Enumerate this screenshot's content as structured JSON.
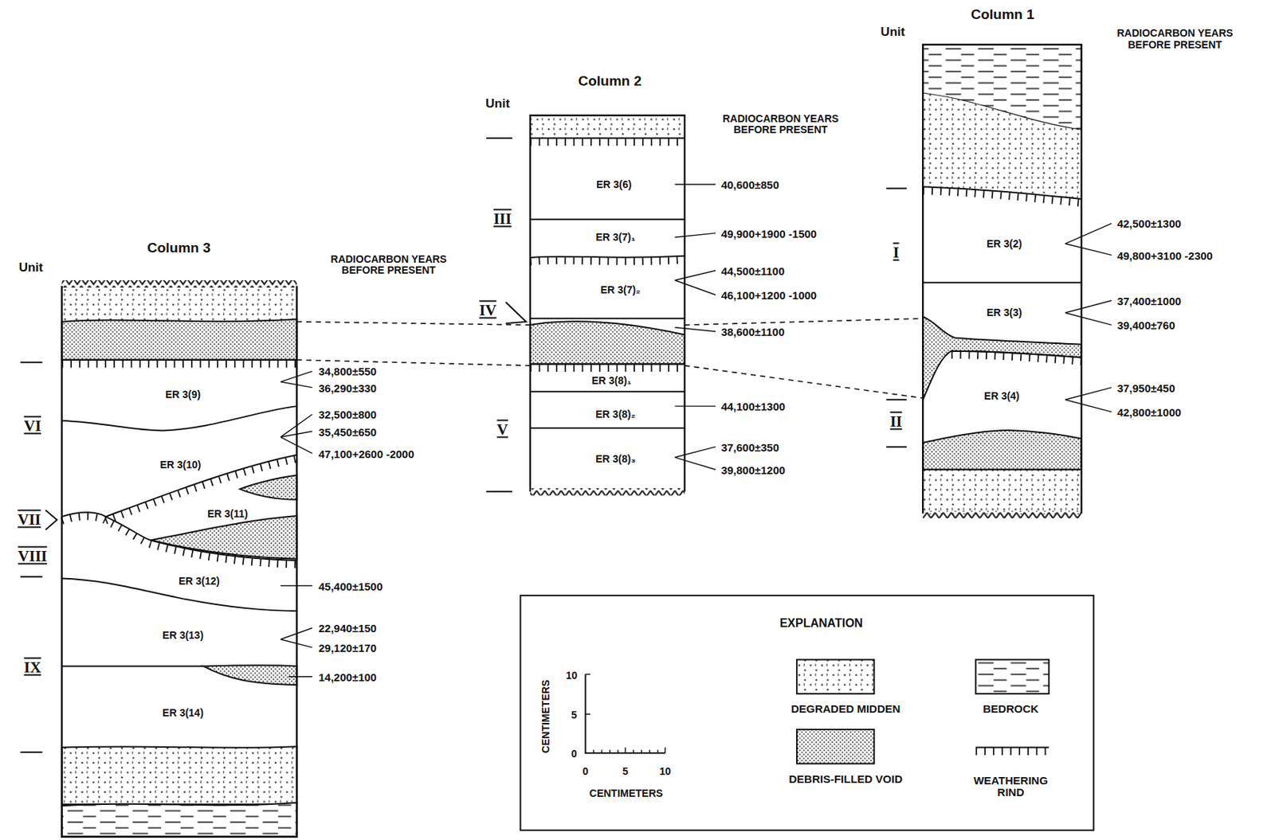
{
  "diagram": {
    "nodes": [
      {
        "text": [
          "Column 3"
        ]
      },
      {
        "text": [
          "ER 3(9)"
        ],
        "in": 0
      },
      {
        "text": [
          "ER 3(10)"
        ],
        "in": 0
      },
      {
        "text": [
          "ER 3(11)"
        ],
        "in": 0
      },
      {
        "text": [
          "ER 3(12)"
        ],
        "in": 0
      },
      {
        "text": [
          "ER 3(13)"
        ],
        "in": 0
      },
      {
        "text": [
          "ER 3(14)"
        ],
        "in": 0
      },
      {
        "text": [
          "Column 2"
        ]
      },
      {
        "text": [
          "ER 3(6)"
        ],
        "in": 7
      },
      {
        "text": [
          "ER 3(7)₁"
        ],
        "in": 7
      },
      {
        "text": [
          "ER 3(7)₂"
        ],
        "in": 7
      },
      {
        "text": [
          "ER 3(8)₁"
        ],
        "in": 7
      },
      {
        "text": [
          "ER 3(8)₂"
        ],
        "in": 7
      },
      {
        "text": [
          "ER 3(8)₃"
        ],
        "in": 7
      },
      {
        "text": [
          "Column 1"
        ]
      },
      {
        "text": [
          "ER 3(2)"
        ],
        "in": 14
      },
      {
        "text": [
          "ER 3(3)"
        ],
        "in": 14
      },
      {
        "text": [
          "ER 3(4)"
        ],
        "in": 14
      }
    ],
    "edges": [
      {
        "from": 0,
        "to": 7,
        "arrow": "none"
      },
      {
        "from": 0,
        "to": 7,
        "arrow": "none"
      },
      {
        "from": 7,
        "to": 14,
        "arrow": "none"
      },
      {
        "from": 7,
        "to": 14,
        "arrow": "none"
      }
    ],
    "labels": [
      "Unit",
      "RADIOCARBON YEARS BEFORE PRESENT",
      "VI",
      "VII",
      "VIII",
      "IX",
      "34,800±550",
      "36,290±330",
      "32,500±800",
      "35,450±650",
      "47,100+2600 -2000",
      "45,400±1500",
      "22,940±150",
      "29,120±170",
      "14,200±100",
      "Unit",
      "RADIOCARBON YEARS BEFORE PRESENT",
      "III",
      "IV",
      "V",
      "40,600±850",
      "49,900+1900 -1500",
      "44,500±1100",
      "46,100+1200 -1000",
      "38,600±1100",
      "44,100±1300",
      "37,600±350",
      "39,800±1200",
      "Unit",
      "RADIOCARBON YEARS BEFORE PRESENT",
      "I",
      "II",
      "42,500±1300",
      "49,800+3100 -2300",
      "37,400±1000",
      "39,400±760",
      "37,950±450",
      "42,800±1000",
      "EXPLANATION",
      "CENTIMETERS",
      "10",
      "5",
      "0",
      "0",
      "5",
      "10",
      "CENTIMETERS"
    ],
    "legend": [
      {
        "text": "DEGRADED MIDDEN"
      },
      {
        "text": "BEDROCK"
      },
      {
        "text": "DEBRIS-FILLED VOID"
      },
      {
        "text": "WEATHERING RIND"
      }
    ]
  }
}
